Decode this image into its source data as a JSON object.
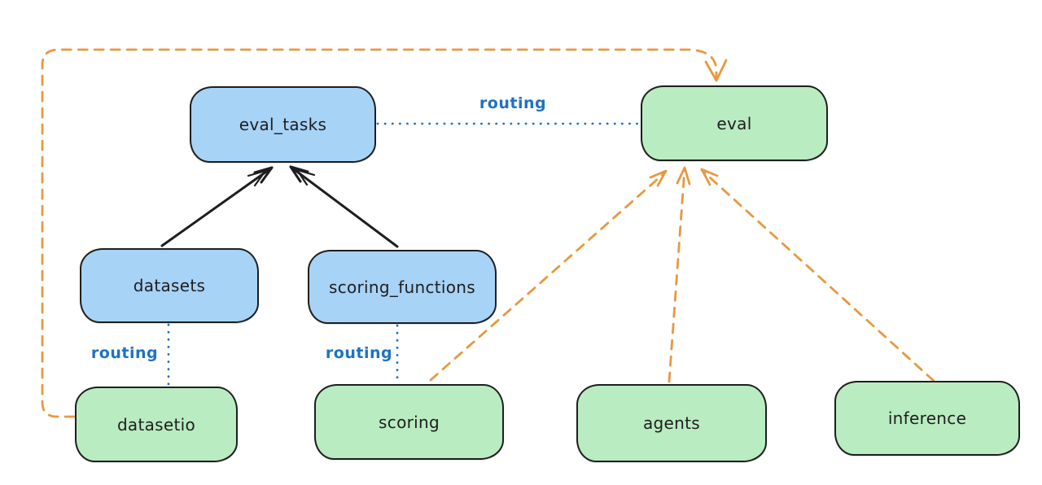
{
  "diagram": {
    "type": "dependency-graph",
    "nodes": [
      {
        "id": "eval_tasks",
        "label": "eval_tasks",
        "fill": "#a7d3f7"
      },
      {
        "id": "eval",
        "label": "eval",
        "fill": "#b9ecc1"
      },
      {
        "id": "datasets",
        "label": "datasets",
        "fill": "#a7d3f7"
      },
      {
        "id": "scoring_functions",
        "label": "scoring_functions",
        "fill": "#a7d3f7"
      },
      {
        "id": "datasetio",
        "label": "datasetio",
        "fill": "#b9ecc1"
      },
      {
        "id": "scoring",
        "label": "scoring",
        "fill": "#b9ecc1"
      },
      {
        "id": "agents",
        "label": "agents",
        "fill": "#b9ecc1"
      },
      {
        "id": "inference",
        "label": "inference",
        "fill": "#b9ecc1"
      }
    ],
    "edges": [
      {
        "from": "datasets",
        "to": "eval_tasks",
        "style": "solid-arrow",
        "color": "#1e1e1e"
      },
      {
        "from": "scoring_functions",
        "to": "eval_tasks",
        "style": "solid-arrow",
        "color": "#1e1e1e"
      },
      {
        "from": "eval_tasks",
        "to": "eval",
        "style": "dotted",
        "label": "routing",
        "color": "#1f72c1"
      },
      {
        "from": "datasets",
        "to": "datasetio",
        "style": "dotted",
        "label": "routing",
        "color": "#1f72c1"
      },
      {
        "from": "scoring_functions",
        "to": "scoring",
        "style": "dotted",
        "label": "routing",
        "color": "#1f72c1"
      },
      {
        "from": "datasetio",
        "to": "eval",
        "style": "dashed-arrow",
        "color": "#e8983f"
      },
      {
        "from": "scoring",
        "to": "eval",
        "style": "dashed-arrow",
        "color": "#e8983f"
      },
      {
        "from": "agents",
        "to": "eval",
        "style": "dashed-arrow",
        "color": "#e8983f"
      },
      {
        "from": "inference",
        "to": "eval",
        "style": "dashed-arrow",
        "color": "#e8983f"
      }
    ],
    "colors": {
      "background": "#ffffff",
      "node_stroke": "#1e1e1e",
      "blue_node_fill": "#a7d3f7",
      "green_node_fill": "#b9ecc1",
      "routing_blue": "#1f72c1",
      "dependency_orange": "#e8983f"
    }
  }
}
